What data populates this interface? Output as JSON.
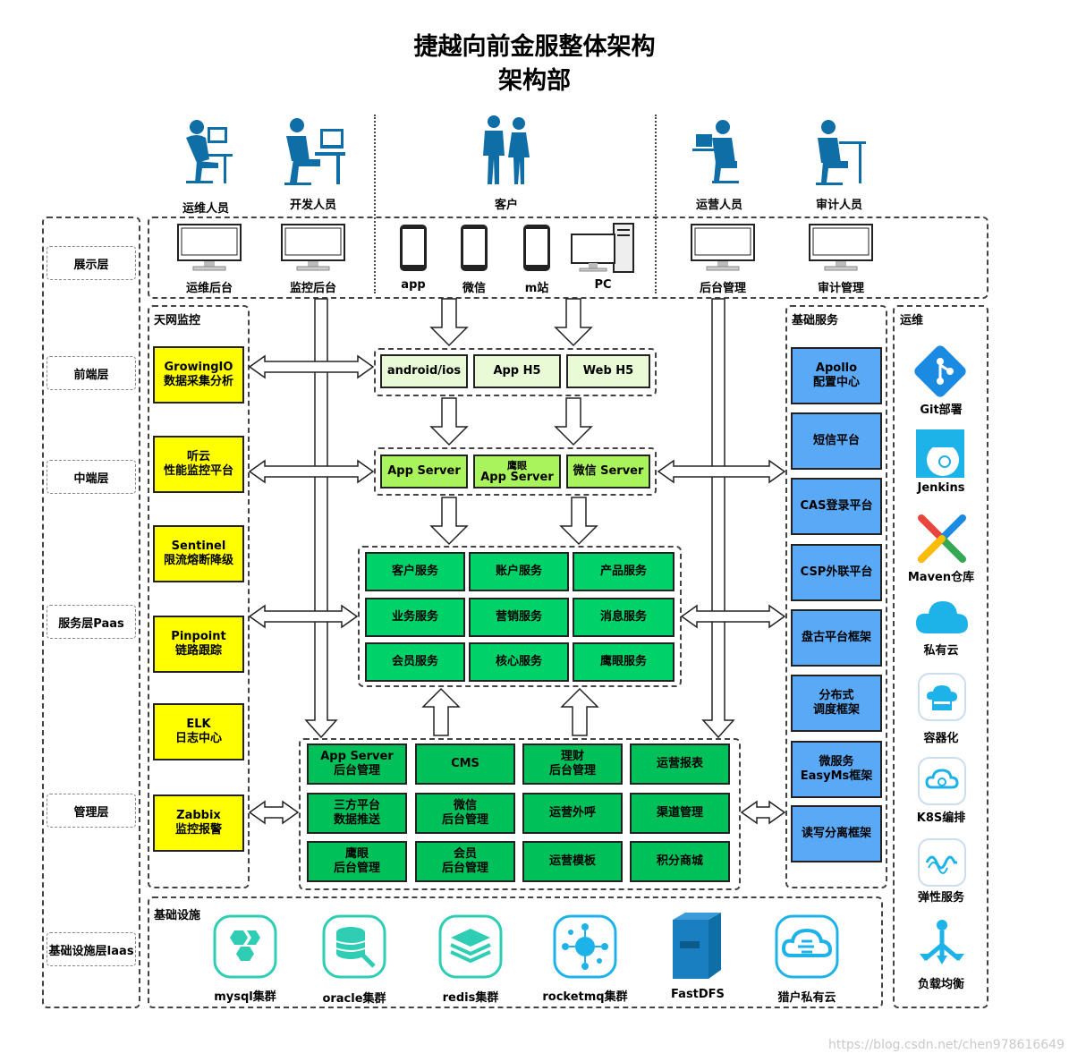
{
  "title": "捷越向前金服整体架构",
  "subtitle": "架构部",
  "roles": {
    "ops": "运维人员",
    "dev": "开发人员",
    "customer": "客户",
    "operator": "运营人员",
    "auditor": "审计人员"
  },
  "layers": {
    "display": "展示层",
    "frontend": "前端层",
    "middle": "中端层",
    "service": "服务层Paas",
    "manage": "管理层",
    "infra": "基础设施层Iaas"
  },
  "display": {
    "ops_console": "运维后台",
    "monitor_console": "监控后台",
    "app": "app",
    "wechat": "微信",
    "mobile": "m站",
    "pc": "PC",
    "backend": "后台管理",
    "audit": "审计管理"
  },
  "monitor": {
    "section": "天网监控",
    "items": [
      {
        "line1": "GrowingIO",
        "line2": "数据采集分析"
      },
      {
        "line1": "听云",
        "line2": "性能监控平台"
      },
      {
        "line1": "Sentinel",
        "line2": "限流熔断降级"
      },
      {
        "line1": "Pinpoint",
        "line2": "链路跟踪"
      },
      {
        "line1": "ELK",
        "line2": "日志中心"
      },
      {
        "line1": "Zabbix",
        "line2": "监控报警"
      }
    ]
  },
  "frontend": [
    "android/ios",
    "App H5",
    "Web H5"
  ],
  "middle": [
    {
      "line1": "App Server",
      "line2": ""
    },
    {
      "line1": "鹰眼",
      "line2": "App Server"
    },
    {
      "line1": "微信 Server",
      "line2": ""
    }
  ],
  "services": [
    "客户服务",
    "账户服务",
    "产品服务",
    "业务服务",
    "营销服务",
    "消息服务",
    "会员服务",
    "核心服务",
    "鹰眼服务"
  ],
  "manage": [
    {
      "line1": "App Server",
      "line2": "后台管理"
    },
    {
      "line1": "CMS",
      "line2": ""
    },
    {
      "line1": "理财",
      "line2": "后台管理"
    },
    {
      "line1": "运营报表",
      "line2": ""
    },
    {
      "line1": "三方平台",
      "line2": "数据推送"
    },
    {
      "line1": "微信",
      "line2": "后台管理"
    },
    {
      "line1": "运营外呼",
      "line2": ""
    },
    {
      "line1": "渠道管理",
      "line2": ""
    },
    {
      "line1": "鹰眼",
      "line2": "后台管理"
    },
    {
      "line1": "会员",
      "line2": "后台管理"
    },
    {
      "line1": "运营模板",
      "line2": ""
    },
    {
      "line1": "积分商城",
      "line2": ""
    }
  ],
  "base": {
    "section": "基础服务",
    "items": [
      {
        "line1": "Apollo",
        "line2": "配置中心"
      },
      {
        "line1": "短信平台",
        "line2": ""
      },
      {
        "line1": "CAS登录平台",
        "line2": ""
      },
      {
        "line1": "CSP外联平台",
        "line2": ""
      },
      {
        "line1": "盘古平台框架",
        "line2": ""
      },
      {
        "line1": "分布式",
        "line2": "调度框架"
      },
      {
        "line1": "微服务",
        "line2": "EasyMs框架"
      },
      {
        "line1": "读写分离框架",
        "line2": ""
      }
    ]
  },
  "ops": {
    "section": "运维",
    "items": [
      "Git部署",
      "Jenkins",
      "Maven仓库",
      "私有云",
      "容器化",
      "K8S编排",
      "弹性服务",
      "负载均衡"
    ]
  },
  "infra": {
    "section": "基础设施",
    "items": [
      "mysql集群",
      "oracle集群",
      "redis集群",
      "rocketmq集群",
      "FastDFS",
      "猎户私有云"
    ]
  },
  "watermark": "https://blog.csdn.net/chen978616649",
  "colors": {
    "yellow": "#ffff00",
    "light_green": "#e9fbd6",
    "mid_green": "#a9f35c",
    "green": "#00d26a",
    "blue": "#5aa9f7",
    "person": "#0f6ea6",
    "teal": "#2ecdb4"
  }
}
